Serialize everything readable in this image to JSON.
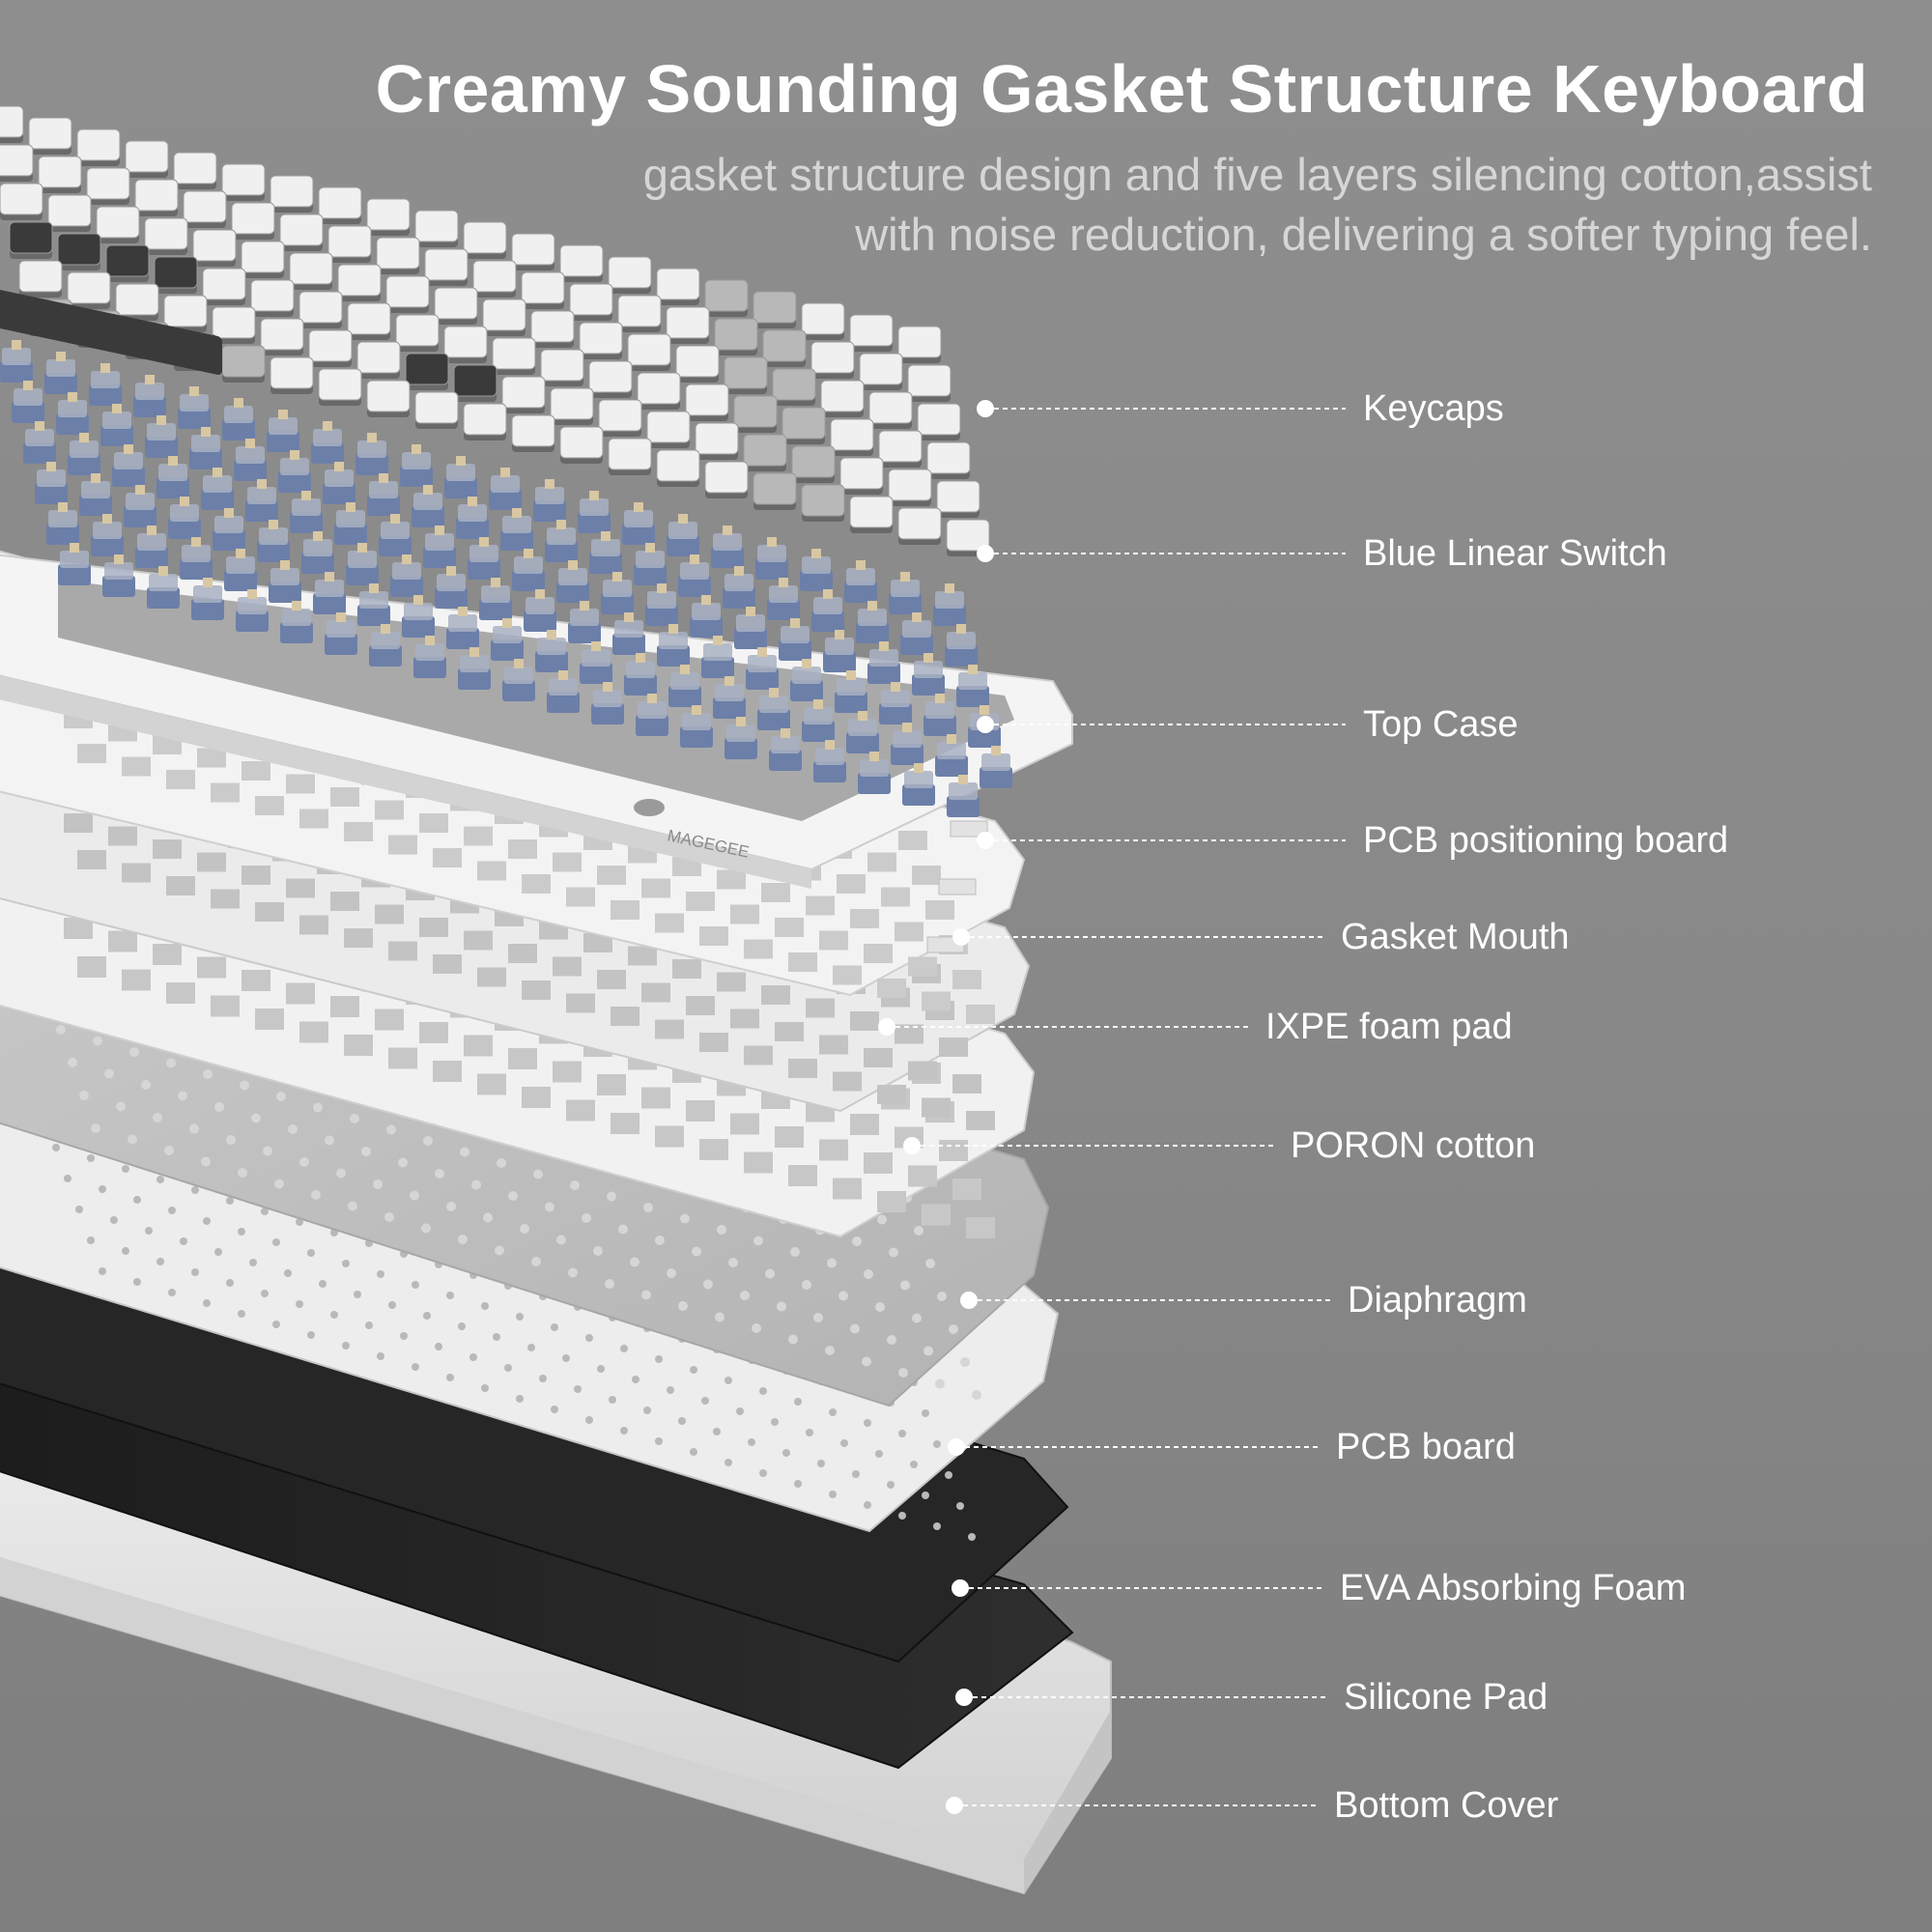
{
  "header": {
    "title": "Creamy Sounding Gasket Structure Keyboard",
    "subtitle_line1": "gasket structure design and five layers silencing cotton,assist",
    "subtitle_line2": "with noise reduction, delivering a softer typing feel."
  },
  "brand": {
    "logo_text": "MAGEGEE"
  },
  "layers": [
    {
      "label": "Keycaps"
    },
    {
      "label": "Blue Linear Switch"
    },
    {
      "label": "Top Case"
    },
    {
      "label": "PCB positioning board"
    },
    {
      "label": "Gasket Mouth"
    },
    {
      "label": "IXPE foam pad"
    },
    {
      "label": "PORON cotton"
    },
    {
      "label": "Diaphragm"
    },
    {
      "label": "PCB board"
    },
    {
      "label": "EVA Absorbing Foam"
    },
    {
      "label": "Silicone Pad"
    },
    {
      "label": "Bottom Cover"
    }
  ],
  "colors": {
    "background": "#888888",
    "keycap_white": "#f0f0f0",
    "keycap_grey": "#b8b8b8",
    "keycap_dark": "#3a3a3a",
    "switch_blue": "#6c7fa8",
    "plate_white": "#ececec",
    "foam_black": "#222222",
    "leader_line": "#ffffff"
  }
}
